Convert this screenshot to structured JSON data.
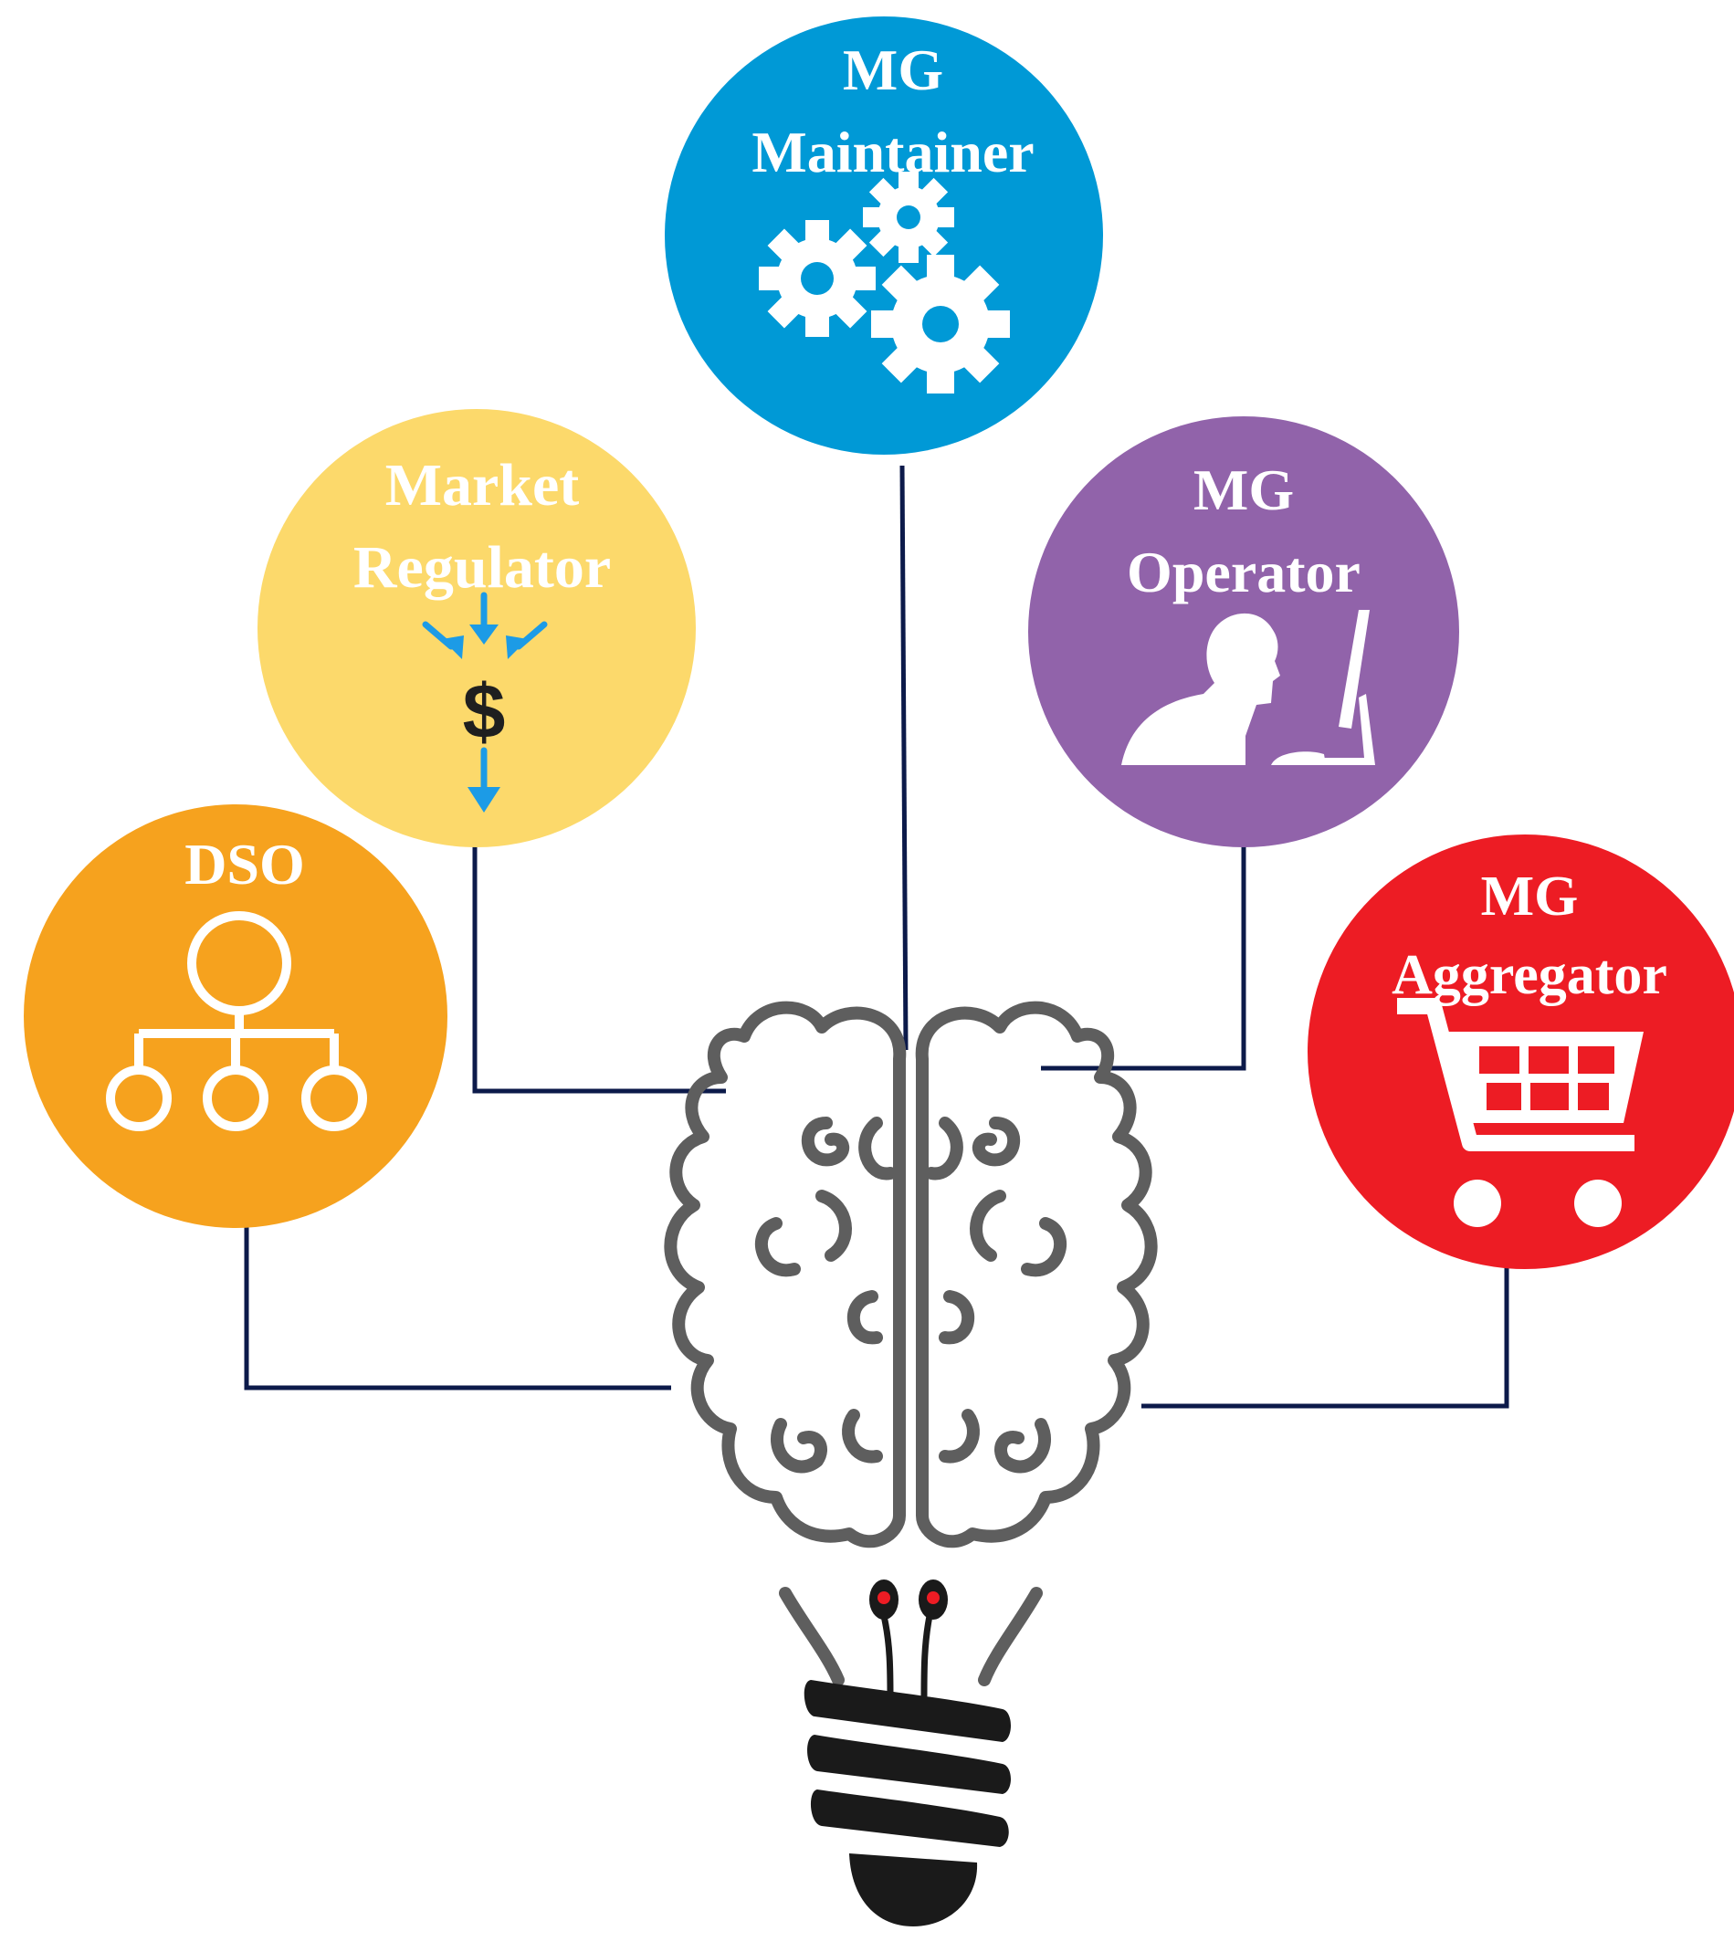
{
  "roles": [
    {
      "id": "mg-maintainer",
      "lines": [
        "MG",
        "Maintainer"
      ],
      "color": "#0099d6",
      "icon": "gears-icon"
    },
    {
      "id": "market-regulator",
      "lines": [
        "Market",
        "Regulator"
      ],
      "color": "#fcd96b",
      "icon": "dollar-arrows-icon"
    },
    {
      "id": "mg-operator",
      "lines": [
        "MG",
        "Operator"
      ],
      "color": "#9163aa",
      "icon": "person-at-computer-icon"
    },
    {
      "id": "dso",
      "lines": [
        "DSO"
      ],
      "color": "#f6a21e",
      "icon": "hierarchy-icon"
    },
    {
      "id": "mg-aggregator",
      "lines": [
        "MG",
        "Aggregator"
      ],
      "color": "#ed1c24",
      "icon": "shopping-cart-icon"
    }
  ],
  "connector_color": "#0c1a4a",
  "brain_color": "#5e5e5e",
  "bulb_base_color": "#1a1a1a"
}
